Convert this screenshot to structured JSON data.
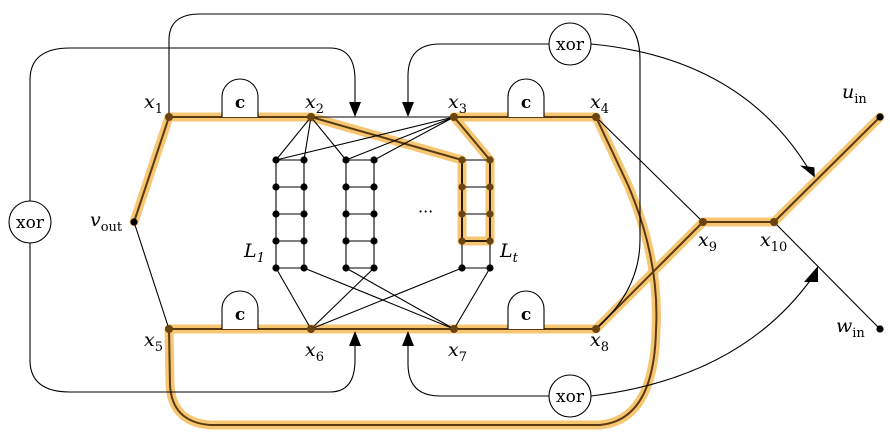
{
  "labels": {
    "x1": {
      "base": "x",
      "sub": "1"
    },
    "x2": {
      "base": "x",
      "sub": "2"
    },
    "x3": {
      "base": "x",
      "sub": "3"
    },
    "x4": {
      "base": "x",
      "sub": "4"
    },
    "x5": {
      "base": "x",
      "sub": "5"
    },
    "x6": {
      "base": "x",
      "sub": "6"
    },
    "x7": {
      "base": "x",
      "sub": "7"
    },
    "x8": {
      "base": "x",
      "sub": "8"
    },
    "x9": {
      "base": "x",
      "sub": "9"
    },
    "x10": {
      "base": "x",
      "sub": "10"
    },
    "vout": {
      "base": "v",
      "sub": "out"
    },
    "uin": {
      "base": "u",
      "sub": "in"
    },
    "win": {
      "base": "w",
      "sub": "in"
    },
    "L1": {
      "base": "L",
      "sub": "1"
    },
    "Lt": {
      "base": "L",
      "sub": "t"
    }
  },
  "gates": {
    "xor_top": "xor",
    "xor_left": "xor",
    "xor_bottom": "xor"
  },
  "c_boxes": {
    "c_top_left": "c",
    "c_top_right": "c",
    "c_bottom_left": "c",
    "c_bottom_right": "c"
  },
  "ellipsis": "···",
  "colors": {
    "highlight": "#f5c36b",
    "path": "#5a3a10",
    "wire": "#000000"
  }
}
